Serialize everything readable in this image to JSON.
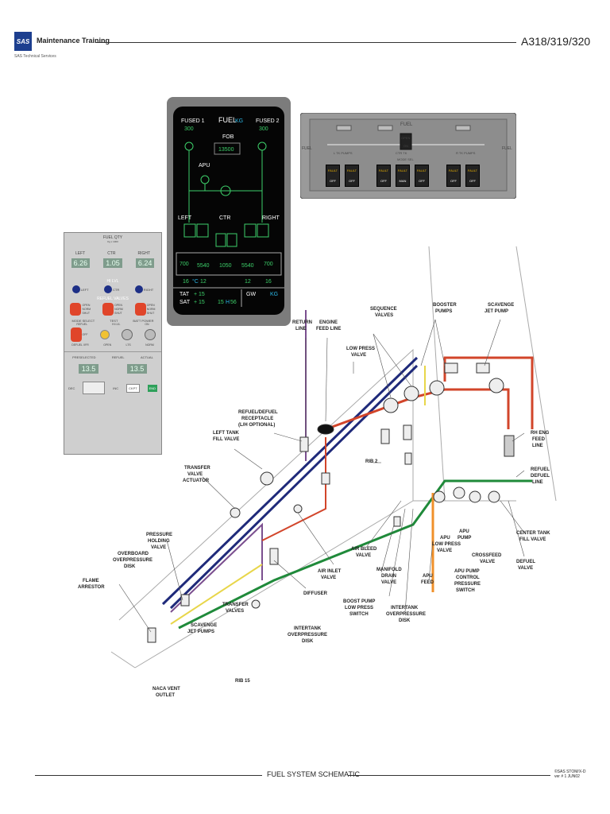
{
  "header": {
    "logo_text": "SAS",
    "brand": "Maintenance Training",
    "brand_sub": "SAS Technical Services",
    "model": "A318/319/320"
  },
  "footer": {
    "title": "FUEL SYSTEM SCHEMATIC",
    "copy_line1": "©SAS STOM/X-D",
    "copy_line2": "ver # 1 JUN02"
  },
  "ecam": {
    "fused1": "FUSED 1",
    "fused1_val": "300",
    "fuel": "FUEL",
    "unit": "KG",
    "fused2": "FUSED 2",
    "fused2_val": "300",
    "fob_label": "FOB",
    "fob_val": "13500",
    "apu": "APU",
    "left": "LEFT",
    "ctr": "CTR",
    "right": "RIGHT",
    "qty_l_outer": "700",
    "qty_l_inner": "5540",
    "qty_ctr": "1050",
    "qty_r_inner": "5540",
    "qty_r_outer": "700",
    "temp_l1": "16",
    "temp_unit": "°C",
    "temp_l2": "12",
    "temp_r1": "12",
    "temp_r2": "16",
    "tat": "TAT",
    "tat_val": "+ 15",
    "sat": "SAT",
    "sat_val": "+ 15",
    "time_h": "15",
    "time_m": "H",
    "time_s": "56",
    "gw": "GW",
    "gw_unit": "KG"
  },
  "overhead": {
    "title": "FUEL",
    "l_tk_pumps": "L TK PUMPS",
    "ctr_tk": "CTR TK",
    "r_tk_pumps": "R TK PUMPS",
    "mode_sel": "MODE SEL",
    "xfeed_open": "OPEN",
    "xfeed_on": "ON",
    "fault": "FAULT",
    "off": "OFF",
    "man": "MAN",
    "side_left": "FUEL",
    "side_right": "FUEL"
  },
  "refuel_panel": {
    "fuel_qty": "FUEL QTY",
    "kg_unit": "Kg x 1000",
    "left": "LEFT",
    "ctr": "CTR",
    "right": "RIGHT",
    "left_val": "6.26",
    "ctr_val": "1.05",
    "right_val": "6.24",
    "hi_lvl": "HI LVL",
    "hl_left": "LEFT",
    "hl_ctr": "CTR",
    "hl_right": "RIGHT",
    "refuel_valves": "REFUEL VALVES",
    "open": "OPEN",
    "norm": "NORM",
    "shut": "SHUT",
    "mode_select": "MODE SELECT",
    "refuel": "REFUEL",
    "off": "OFF",
    "defuel_xfr": "DEFUEL XFR",
    "open_lt": "OPEN",
    "test": "TEST",
    "test_hi_lvl": "HI LVL",
    "lts": "LTS",
    "batt_power": "BATT POWER",
    "batt_on": "ON",
    "batt_norm": "NORM",
    "preselected": "PRESELECTED",
    "refuel_lbl": "REFUEL",
    "actual": "ACTUAL",
    "preselected_val": "13.5",
    "actual_val": "13.5",
    "dec": "DEC",
    "inc": "INC",
    "ckpt": "CKPT",
    "end": "END"
  },
  "diagram_labels": {
    "return_line": [
      "RETURN",
      "LINE"
    ],
    "engine_feed": [
      "ENGINE",
      "FEED LINE"
    ],
    "sequence_valves": [
      "SEQUENCE",
      "VALVES"
    ],
    "booster_pumps": [
      "BOOSTER",
      "PUMPS"
    ],
    "scavenge_jet_pump": [
      "SCAVENGE",
      "JET PUMP"
    ],
    "low_press_valve": [
      "LOW PRESS",
      "VALVE"
    ],
    "refuel_receptacle": [
      "REFUEL/DEFUEL",
      "RECEPTACLE",
      "(L/H OPTIONAL)"
    ],
    "left_tank_fill": [
      "LEFT TANK",
      "FILL VALVE"
    ],
    "rib2": [
      "RIB 2"
    ],
    "rh_eng_feed": [
      "RH ENG",
      "FEED",
      "LINE"
    ],
    "refuel_defuel_line": [
      "REFUEL",
      "DEFUEL",
      "LINE"
    ],
    "transfer_valve_actuator": [
      "TRANSFER",
      "VALVE",
      "ACTUATOR"
    ],
    "pressure_holding_valve": [
      "PRESSURE",
      "HOLDING",
      "VALVE"
    ],
    "overboard_overpressure": [
      "OVERBOARD",
      "OVERPRESSURE",
      "DISK"
    ],
    "flame_arrestor": [
      "FLAME",
      "ARRESTOR"
    ],
    "air_bleed_valve": [
      "AIR BLEED",
      "VALVE"
    ],
    "air_inlet_valve": [
      "AIR INLET",
      "VALVE"
    ],
    "manifold_drain_valve": [
      "MANIFOLD",
      "DRAIN",
      "VALVE"
    ],
    "apu_feed": [
      "APU",
      "FEED"
    ],
    "apu_low_press_valve": [
      "APU",
      "LOW PRESS",
      "VALVE"
    ],
    "apu_pump": [
      "APU",
      "PUMP"
    ],
    "crossfeed_valve": [
      "CROSSFEED",
      "VALVE"
    ],
    "center_tank_fill": [
      "CENTER TANK",
      "FILL VALVE"
    ],
    "defuel_valve": [
      "DEFUEL",
      "VALVE"
    ],
    "apu_pump_control": [
      "APU PUMP",
      "CONTROL",
      "PRESSURE",
      "SWITCH"
    ],
    "diffuser": [
      "DIFFUSER"
    ],
    "boost_pump_switch": [
      "BOOST PUMP",
      "LOW PRESS",
      "SWITCH"
    ],
    "intertank_overpressure_disk": [
      "INTERTANK",
      "OVERPRESSURE",
      "DISK"
    ],
    "scavenge_jet_pumps": [
      "SCAVENGE",
      "JET PUMPS"
    ],
    "transfer_valves": [
      "TRANSFER",
      "VALVES"
    ],
    "intertank_overpressure_disk2": [
      "INTERTANK",
      "OVERPRESSURE",
      "DISK"
    ],
    "rib15": [
      "RIB 15"
    ],
    "naca_vent_outlet": [
      "NACA VENT",
      "OUTLET"
    ]
  },
  "colors": {
    "navy": "#1f2a7a",
    "purple": "#7b4f8f",
    "green": "#1f8a3a",
    "red": "#d2452a",
    "yellow": "#e8d64a",
    "orange": "#f0902a",
    "ecam_green": "#3dd06a",
    "ecam_cyan": "#2bb7e6"
  }
}
